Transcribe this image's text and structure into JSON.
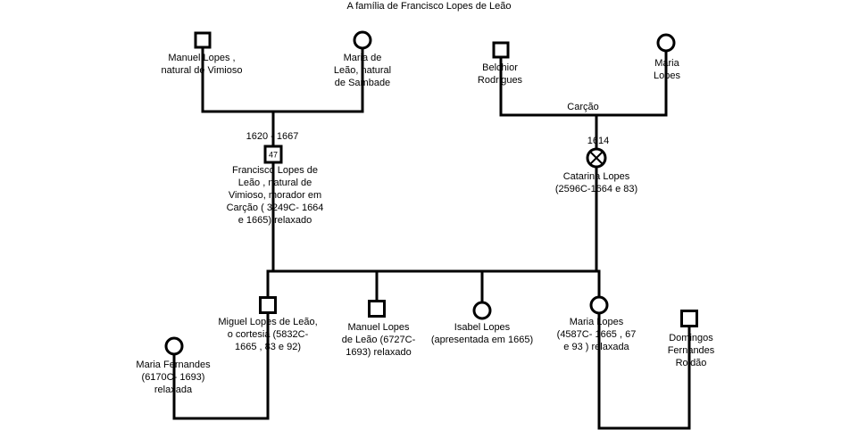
{
  "title": "A família de Francisco Lopes de Leão",
  "persons": {
    "manuel_lopes_senior": {
      "sex": "male",
      "label": "Manuel Lopes ,\nnatural de Vimioso"
    },
    "maria_de_leao": {
      "sex": "female",
      "label": "Maria de\nLeão, natural\nde Sambade"
    },
    "belchior_rodrigues": {
      "sex": "male",
      "label": "Belchior\nRodrigues"
    },
    "maria_lopes_senior": {
      "sex": "female",
      "label": "Maria\nLopes"
    },
    "francisco_lopes_de_leao": {
      "sex": "male",
      "age": "47",
      "dates": "1620 - 1667",
      "label": "Francisco Lopes de\nLeão  , natural de\nVimioso, morador em\nCarção ( 3249C- 1664\ne 1665) relaxado"
    },
    "catarina_lopes": {
      "sex": "female",
      "deceased": true,
      "dates": "1614",
      "label": "Catarina Lopes\n(2596C-1664 e 83)"
    },
    "miguel_lopes_de_leao": {
      "sex": "male",
      "label": "Miguel Lopes de Leão,\no cortesia  (5832C-\n1665 , 83  e  92)"
    },
    "manuel_lopes_de_leao": {
      "sex": "male",
      "label": "Manuel  Lopes\nde Leão (6727C-\n1693) relaxado"
    },
    "isabel_lopes": {
      "sex": "female",
      "label": "Isabel Lopes\n(apresentada em 1665)"
    },
    "maria_lopes": {
      "sex": "female",
      "label": "Maria Lopes\n(4587C- 1665 , 67\ne  93 ) relaxada"
    },
    "maria_fernandes": {
      "sex": "female",
      "label": "Maria Fernandes\n(6170C- 1693)\nrelaxada"
    },
    "domingos_fernandes_roldao": {
      "sex": "male",
      "label": "Domingos\nFernandes\nRoldão"
    }
  },
  "unions": {
    "catarina_parents_place": "Carção"
  },
  "colors": {
    "line": "#000000",
    "background": "#ffffff"
  }
}
